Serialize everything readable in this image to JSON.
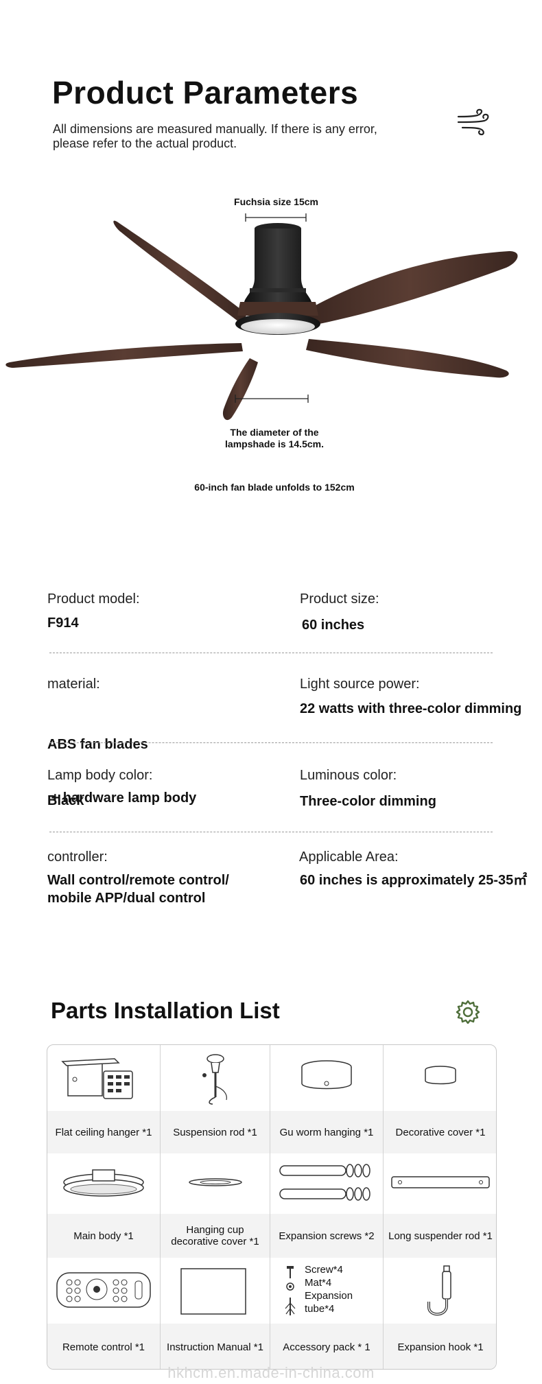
{
  "header": {
    "title": "Product Parameters",
    "subtitle_line1": "All dimensions are measured manually. If there is any error,",
    "subtitle_line2": "please refer to the actual product."
  },
  "diagram": {
    "top_dimension": "Fuchsia size 15cm",
    "lampshade_line1": "The diameter of the",
    "lampshade_line2": "lampshade is 14.5cm.",
    "span_dimension": "60-inch fan blade unfolds to 152cm"
  },
  "params": [
    {
      "label": "Product model:",
      "value_lines": [
        "F914"
      ]
    },
    {
      "label": "Product size:",
      "value_lines": [
        "60 inches"
      ]
    },
    {
      "label": "material:",
      "value_lines": [
        "ABS fan blades",
        " + hardware lamp body"
      ]
    },
    {
      "label": "Light source power:",
      "value_lines": [
        "22 watts with three-color dimming"
      ]
    },
    {
      "label": "Lamp body color:",
      "value_lines": [
        "Black"
      ]
    },
    {
      "label": "Luminous color:",
      "value_lines": [
        "Three-color dimming"
      ]
    },
    {
      "label": "controller:",
      "value_lines": [
        "Wall control/remote control/",
        "mobile APP/dual control"
      ]
    },
    {
      "label": "Applicable Area:",
      "value_lines": [
        "60 inches is approximately 25-35㎡"
      ]
    }
  ],
  "parts": {
    "title": "Parts Installation List",
    "items": [
      {
        "label": "Flat ceiling hanger *1",
        "icon": "flat-ceiling-hanger-icon"
      },
      {
        "label": "Suspension rod *1",
        "icon": "suspension-rod-icon"
      },
      {
        "label": "Gu worm hanging *1",
        "icon": "gu-worm-hanging-icon"
      },
      {
        "label": "Decorative cover *1",
        "icon": "decorative-cover-icon"
      },
      {
        "label": "Main body *1",
        "icon": "main-body-icon"
      },
      {
        "label": "Hanging cup decorative cover *1",
        "icon": "hanging-cup-cover-icon"
      },
      {
        "label": "Expansion screws *2",
        "icon": "expansion-screws-icon"
      },
      {
        "label": "Long suspender rod *1",
        "icon": "long-suspender-rod-icon"
      },
      {
        "label": "Remote control *1",
        "icon": "remote-control-icon"
      },
      {
        "label": "Instruction Manual *1",
        "icon": "instruction-manual-icon"
      },
      {
        "label": "Accessory pack * 1",
        "icon": "accessory-pack-icon"
      },
      {
        "label": "Expansion hook *1",
        "icon": "expansion-hook-icon"
      }
    ],
    "accessory_lines": [
      "Screw*4",
      "Mat*4",
      "Expansion",
      "tube*4"
    ]
  },
  "watermark": "hkhcm.en.made-in-china.com",
  "colors": {
    "accent_green": "#4e6e3a",
    "blade_brown": "#4a3128",
    "body_black": "#1e1e1e"
  }
}
